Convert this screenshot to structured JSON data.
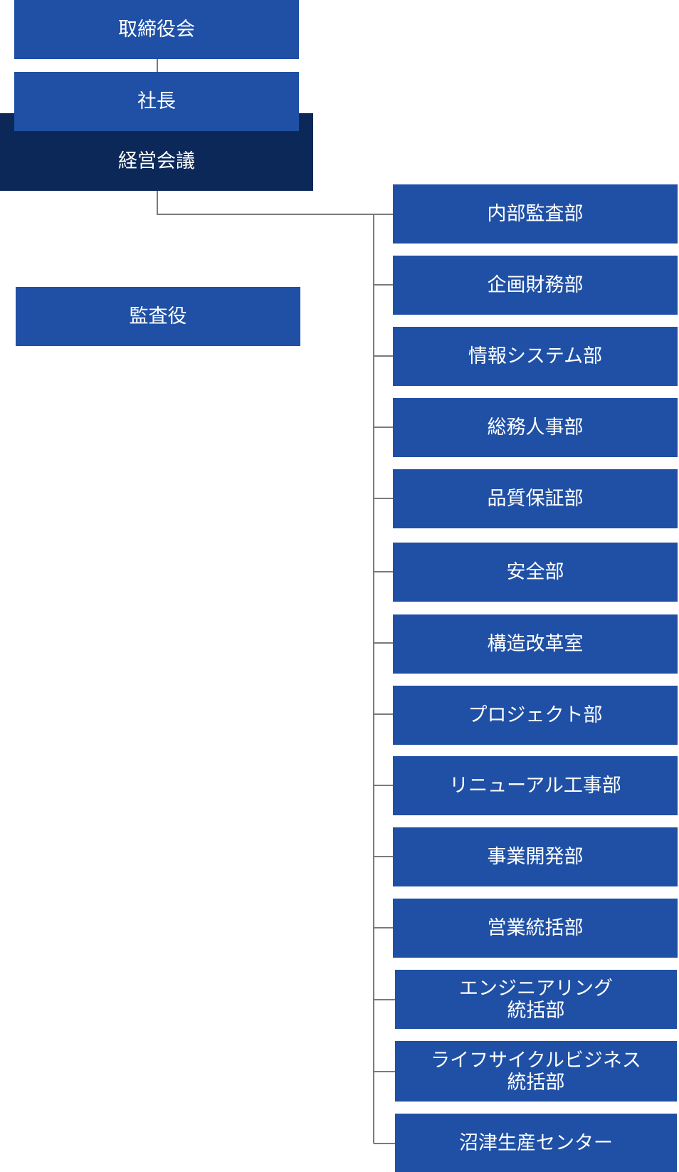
{
  "board": "取締役会",
  "president": "社長",
  "management_meeting": "経営会議",
  "auditor": "監査役",
  "colors": {
    "box": "#1f50a5",
    "box_dark": "#0b2858",
    "line": "#7a7a7a"
  },
  "departments": [
    {
      "lines": [
        "内部監査部"
      ]
    },
    {
      "lines": [
        "企画財務部"
      ]
    },
    {
      "lines": [
        "情報システム部"
      ]
    },
    {
      "lines": [
        "総務人事部"
      ]
    },
    {
      "lines": [
        "品質保証部"
      ]
    },
    {
      "lines": [
        "安全部"
      ]
    },
    {
      "lines": [
        "構造改革室"
      ]
    },
    {
      "lines": [
        "プロジェクト部"
      ]
    },
    {
      "lines": [
        "リニューアル工事部"
      ]
    },
    {
      "lines": [
        "事業開発部"
      ]
    },
    {
      "lines": [
        "営業統括部"
      ]
    },
    {
      "lines": [
        "エンジニアリング",
        "統括部"
      ]
    },
    {
      "lines": [
        "ライフサイクルビジネス",
        "統括部"
      ]
    },
    {
      "lines": [
        "沼津生産センター"
      ]
    }
  ]
}
